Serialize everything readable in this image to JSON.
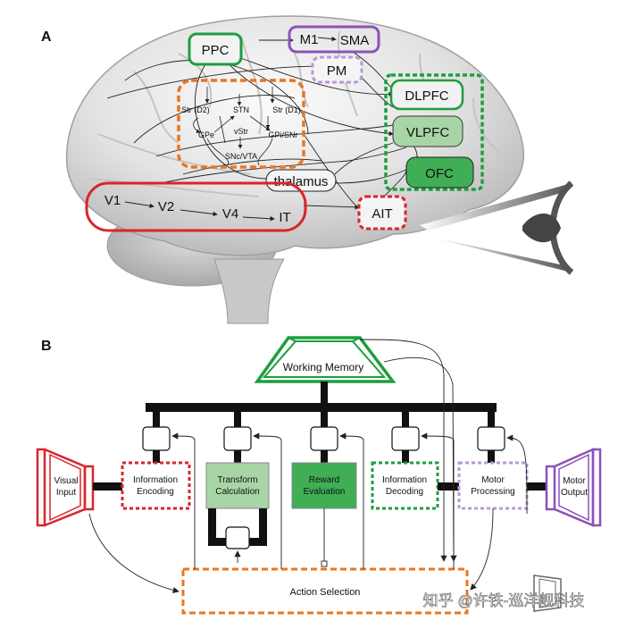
{
  "panel_a": {
    "label": "A",
    "nodes": {
      "ppc": "PPC",
      "m1": "M1",
      "sma": "SMA",
      "pm": "PM",
      "dlpfc": "DLPFC",
      "vlpfc": "VLPFC",
      "ofc": "OFC",
      "thalamus": "thalamus",
      "ait": "AIT",
      "v1": "V1",
      "v2": "V2",
      "v4": "V4",
      "it": "IT"
    },
    "basal_ganglia": {
      "str_d2": "Str (D2)",
      "stn": "STN",
      "str_d1": "Str (D1)",
      "gpe": "GPe",
      "vstr": "vStr",
      "gpi_snr": "GPi/SNr",
      "snc_vta": "SNc/VTA"
    }
  },
  "panel_b": {
    "label": "B",
    "working_memory": "Working Memory",
    "visual_input": [
      "Visual",
      "Input"
    ],
    "information_encoding": [
      "Information",
      "Encoding"
    ],
    "transform_calculation": [
      "Transform",
      "Calculation"
    ],
    "reward_evaluation": [
      "Reward",
      "Evaluation"
    ],
    "information_decoding": [
      "Information",
      "Decoding"
    ],
    "motor_processing": [
      "Motor",
      "Processing"
    ],
    "motor_output": [
      "Motor",
      "Output"
    ],
    "action_selection": "Action Selection"
  },
  "watermark": "知乎 @许铁-巡洋舰科技",
  "colors": {
    "red": "#d9252b",
    "orange": "#e87722",
    "green": "#1e9e3e",
    "green_light": "#a8d5a6",
    "green_mid": "#6cc06c",
    "green_dark": "#3fae55",
    "purple": "#8c52b8",
    "purple_light": "#b89ad6",
    "black": "#111111"
  }
}
